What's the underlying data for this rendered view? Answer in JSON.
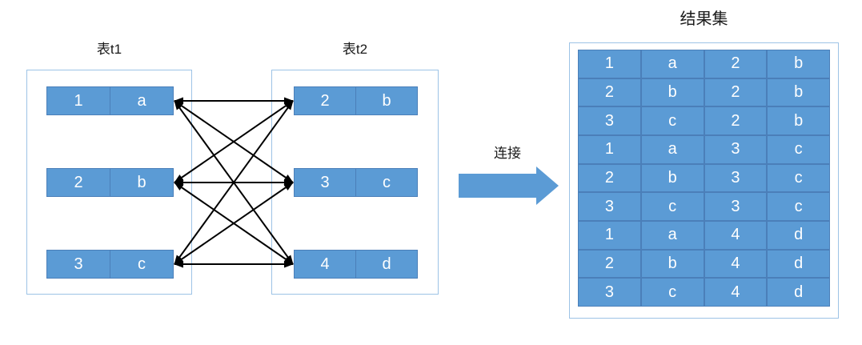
{
  "colors": {
    "cell_fill": "#5b9bd5",
    "cell_border": "#4b7fb9",
    "box_border": "#9dc3e6",
    "connector_color": "#000000",
    "join_arrow_fill": "#5b9bd5",
    "cell_text": "#ffffff",
    "title_text": "#1a1a1a"
  },
  "t1": {
    "title": "表t1",
    "rows": [
      [
        "1",
        "a"
      ],
      [
        "2",
        "b"
      ],
      [
        "3",
        "c"
      ]
    ]
  },
  "t2": {
    "title": "表t2",
    "rows": [
      [
        "2",
        "b"
      ],
      [
        "3",
        "c"
      ],
      [
        "4",
        "d"
      ]
    ]
  },
  "join": {
    "label": "连接",
    "arrow_icon": "right-arrow"
  },
  "result": {
    "title": "结果集",
    "rows": [
      [
        "1",
        "a",
        "2",
        "b"
      ],
      [
        "2",
        "b",
        "2",
        "b"
      ],
      [
        "3",
        "c",
        "2",
        "b"
      ],
      [
        "1",
        "a",
        "3",
        "c"
      ],
      [
        "2",
        "b",
        "3",
        "c"
      ],
      [
        "3",
        "c",
        "3",
        "c"
      ],
      [
        "1",
        "a",
        "4",
        "d"
      ],
      [
        "2",
        "b",
        "4",
        "d"
      ],
      [
        "3",
        "c",
        "4",
        "d"
      ]
    ]
  },
  "connections": {
    "type": "cross-join",
    "pairs": [
      [
        "1 a",
        "2 b"
      ],
      [
        "1 a",
        "3 c"
      ],
      [
        "1 a",
        "4 d"
      ],
      [
        "2 b",
        "2 b"
      ],
      [
        "2 b",
        "3 c"
      ],
      [
        "2 b",
        "4 d"
      ],
      [
        "3 c",
        "2 b"
      ],
      [
        "3 c",
        "3 c"
      ],
      [
        "3 c",
        "4 d"
      ]
    ]
  }
}
